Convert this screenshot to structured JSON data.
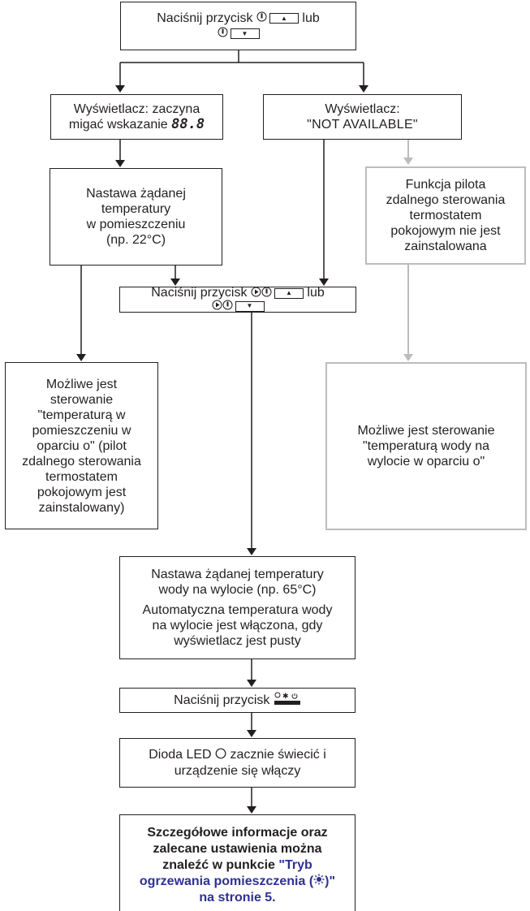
{
  "boxes": {
    "press_start": {
      "text": "Naciśnij przycisk",
      "or": "lub"
    },
    "display_blink": {
      "line1": "Wyświetlacz: zaczyna",
      "line2": "migać wskazanie",
      "digits": "88.8"
    },
    "display_na": {
      "line1": "Wyświetlacz:",
      "line2": "\"NOT AVAILABLE\""
    },
    "set_room": {
      "line1": "Nastawa żądanej",
      "line2": "temperatury",
      "line3": "w pomieszczeniu",
      "line4": "(np. 22°C)"
    },
    "no_remote": {
      "line1": "Funkcja pilota",
      "line2": "zdalnego sterowania",
      "line3": "termostatem",
      "line4": "pokojowym nie jest",
      "line5": "zainstalowana"
    },
    "press_mid": {
      "text": "Naciśnij przycisk",
      "or": "lub"
    },
    "room_control": {
      "line1": "Możliwe jest",
      "line2": "sterowanie",
      "line3": "\"temperaturą w",
      "line4": "pomieszczeniu w",
      "line5": "oparciu o\" (pilot",
      "line6": "zdalnego sterowania",
      "line7": "termostatem",
      "line8": "pokojowym jest",
      "line9": "zainstalowany)"
    },
    "water_control": {
      "line1": "Możliwe jest sterowanie",
      "line2": "\"temperaturą wody na",
      "line3": "wylocie w oparciu o\""
    },
    "set_water": {
      "line1": "Nastawa żądanej temperatury",
      "line2": "wody na wylocie (np. 65°C)",
      "line3": "Automatyczna temperatura wody",
      "line4": "na wylocie jest włączona, gdy",
      "line5": "wyświetlacz jest pusty"
    },
    "press_onoff": {
      "text": "Naciśnij przycisk"
    },
    "led": {
      "line1": "Dioda LED",
      "line1b": "zacznie świecić i",
      "line2": "urządzenie się włączy"
    },
    "details": {
      "line1": "Szczegółowe informacje oraz",
      "line2": "zalecane ustawienia można",
      "line3": "znaleźć w punkcie",
      "link1": "\"Tryb",
      "link2": "ogrzewania pomieszczenia (",
      "link2b": ")\"",
      "link3": "na stronie 5."
    }
  },
  "icons": {
    "thermometer": "thermometer-icon",
    "arrow_right": "play-icon",
    "up": "▲",
    "down": "▼",
    "sun": "heating-sun-icon",
    "onoff": "on-off-button-icon",
    "led": "led-circle-icon"
  },
  "colors": {
    "line": "#231f20",
    "grey_line": "#bcbcbc",
    "link": "#2e3192"
  }
}
